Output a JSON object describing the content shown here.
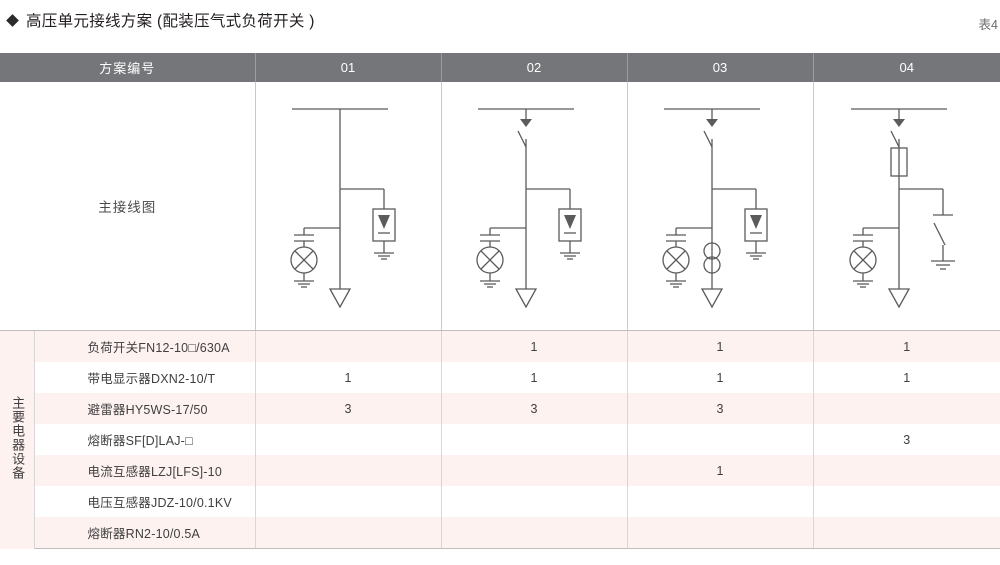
{
  "title": {
    "bullet": "diamond-bullet",
    "text": "高压单元接线方案 (配装压气式负荷开关 )",
    "table_number": "表4"
  },
  "table": {
    "header": {
      "scheme_label": "方案编号",
      "columns": [
        "01",
        "02",
        "03",
        "04"
      ]
    },
    "diagram_row_label": "主接线图",
    "group_label": "主要电器设备",
    "rows": [
      {
        "name": "负荷开关FN12-10□/630A",
        "values": [
          "",
          "1",
          "1",
          "1"
        ]
      },
      {
        "name": "带电显示器DXN2-10/T",
        "values": [
          "1",
          "1",
          "1",
          "1"
        ]
      },
      {
        "name": "避雷器HY5WS-17/50",
        "values": [
          "3",
          "3",
          "3",
          ""
        ]
      },
      {
        "name": "熔断器SF[D]LAJ-□",
        "values": [
          "",
          "",
          "",
          "3"
        ]
      },
      {
        "name": "电流互感器LZJ[LFS]-10",
        "values": [
          "",
          "",
          "1",
          ""
        ]
      },
      {
        "name": "电压互感器JDZ-10/0.1KV",
        "values": [
          "",
          "",
          "",
          ""
        ]
      },
      {
        "name": "熔断器RN2-10/0.5A",
        "values": [
          "",
          "",
          "",
          ""
        ]
      }
    ]
  },
  "diagrams": [
    {
      "id": "01",
      "name": "scheme-01-single-line-diagram",
      "components": [
        "busbar",
        "live-display-indicator",
        "surge-arrester",
        "cable-outgoing-arrow"
      ]
    },
    {
      "id": "02",
      "name": "scheme-02-single-line-diagram",
      "components": [
        "busbar",
        "load-break-switch",
        "live-display-indicator",
        "surge-arrester",
        "cable-outgoing-arrow"
      ]
    },
    {
      "id": "03",
      "name": "scheme-03-single-line-diagram",
      "components": [
        "busbar",
        "load-break-switch",
        "current-transformer",
        "live-display-indicator",
        "surge-arrester",
        "cable-outgoing-arrow"
      ]
    },
    {
      "id": "04",
      "name": "scheme-04-single-line-diagram",
      "components": [
        "busbar",
        "load-break-switch",
        "fuse",
        "live-display-indicator",
        "earthing-switch",
        "cable-outgoing-arrow"
      ]
    }
  ],
  "colors": {
    "header_bg": "#74767a",
    "row_stripe": "#fdf2f0",
    "line": "#5b5b5b",
    "text": "#3f3f3f"
  }
}
